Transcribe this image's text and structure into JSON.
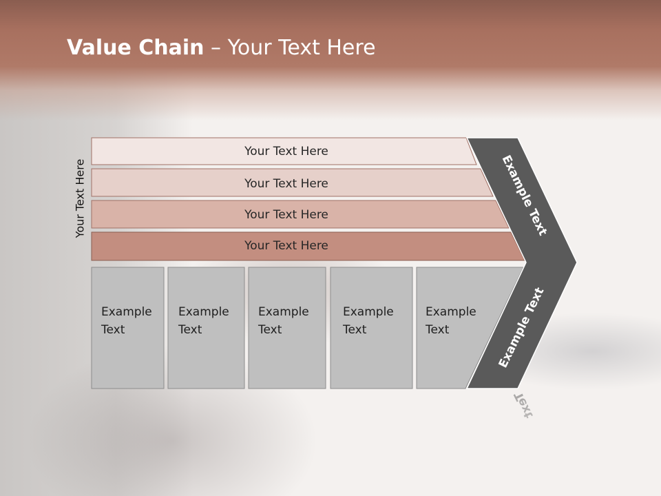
{
  "title": {
    "bold": "Value Chain",
    "rest": " – Your Text Here"
  },
  "side_label": "Your Text Here",
  "bars": [
    {
      "label": "Your Text Here",
      "fill": "#f2e6e3"
    },
    {
      "label": "Your Text Here",
      "fill": "#e6d0ca"
    },
    {
      "label": "Your Text Here",
      "fill": "#d9b3a8"
    },
    {
      "label": "Your Text Here",
      "fill": "#c38e80"
    }
  ],
  "arrow": {
    "top_label": "Example Text",
    "bottom_label": "Example Text",
    "color": "#5a5a5a"
  },
  "columns": [
    {
      "line1": "Example",
      "line2": "Text"
    },
    {
      "line1": "Example",
      "line2": "Text"
    },
    {
      "line1": "Example",
      "line2": "Text"
    },
    {
      "line1": "Example",
      "line2": "Text"
    },
    {
      "line1": "Example",
      "line2": "Text"
    }
  ],
  "colors": {
    "banner": "#a8705f",
    "column_fill": "#bfbfbf",
    "column_border": "#8c8c8c"
  }
}
